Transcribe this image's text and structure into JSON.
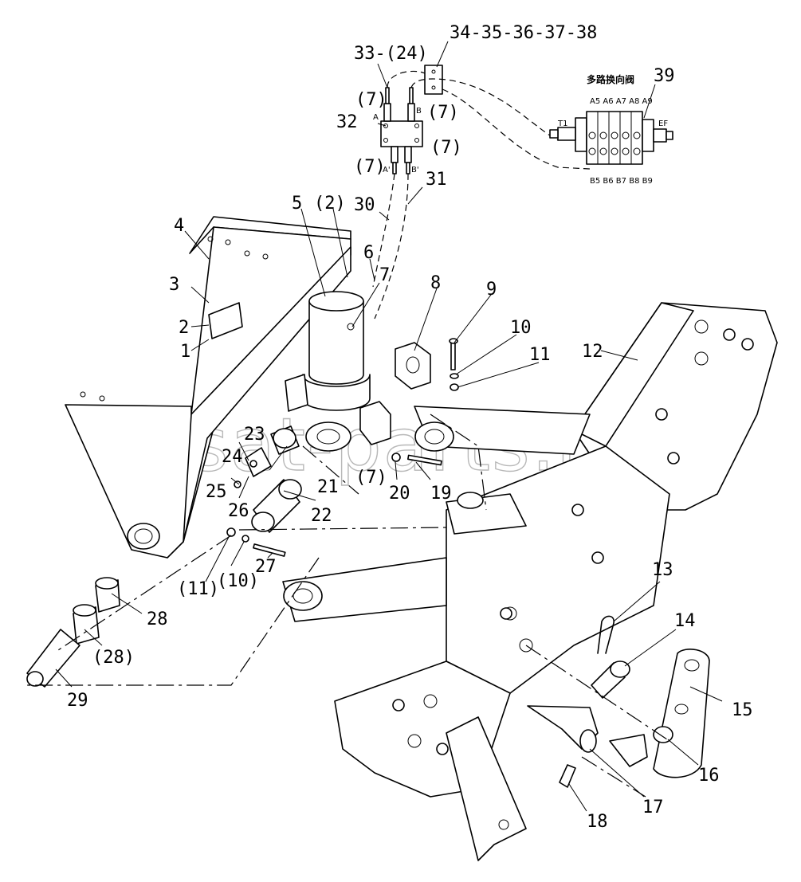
{
  "watermark": "ansat-parts.ru",
  "valve_title": "多路换向阀",
  "valve_ports_top": "A5 A6 A7 A8 A9",
  "valve_ports_bottom": "B5 B6 B7 B8 B9",
  "valve_port_left": "T1",
  "valve_port_right": "EF",
  "block_ports": {
    "a": "A",
    "b": "B",
    "a2": "A'",
    "b2": "B'"
  },
  "callouts": {
    "c1": "1",
    "c2": "2",
    "c3": "3",
    "c4": "4",
    "c5": "5",
    "c6": "6",
    "c7": "7",
    "c8": "8",
    "c9": "9",
    "c10": "10",
    "c11": "11",
    "c12": "12",
    "c13": "13",
    "c14": "14",
    "c15": "15",
    "c16": "16",
    "c17": "17",
    "c18": "18",
    "c19": "19",
    "c20": "20",
    "c21": "21",
    "c22": "22",
    "c23": "23",
    "c24": "24",
    "c25": "25",
    "c26": "26",
    "c27": "27",
    "c28": "28",
    "c29": "29",
    "c30": "30",
    "c31": "31",
    "c32": "32",
    "c33": "33-(24)",
    "c34": "34-35-36-37-38",
    "c39": "39",
    "p2": "(2)",
    "p7a": "(7)",
    "p7b": "(7)",
    "p7c": "(7)",
    "p7d": "(7)",
    "p7e": "(7)",
    "p10": "(10)",
    "p11": "(11)",
    "p28": "(28)"
  }
}
